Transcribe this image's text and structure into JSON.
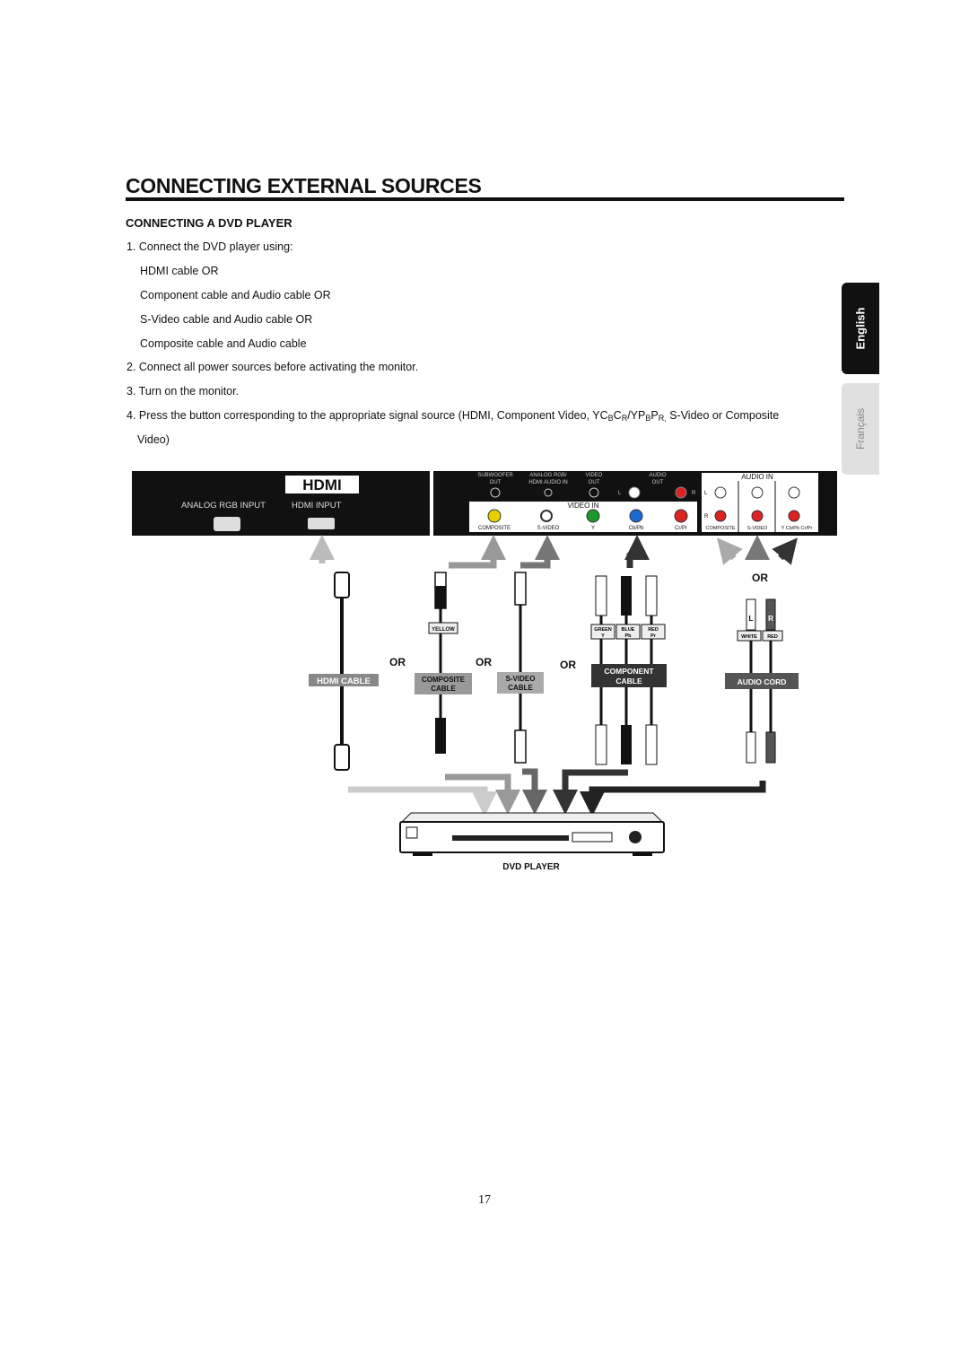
{
  "title": "CONNECTING EXTERNAL SOURCES",
  "subtitle": "CONNECTING A DVD PLAYER",
  "steps": {
    "s1": "1. Connect the DVD player using:",
    "opt1": "HDMI cable OR",
    "opt2": "Component cable and Audio cable OR",
    "opt3": "S-Video cable and Audio cable OR",
    "opt4": "Composite cable and Audio cable",
    "s2": "2. Connect all power sources before activating the monitor.",
    "s3": "3. Turn on the monitor.",
    "s4a": "4. Press the button corresponding to the appropriate signal source (HDMI, Component Video, YC",
    "s4b": "B",
    "s4c": "C",
    "s4d": "R",
    "s4e": "/YP",
    "s4f": "B",
    "s4g": "P",
    "s4h": "R,",
    "s4i": " S-Video or Composite",
    "s4j": "Video)"
  },
  "tabs": {
    "english": "English",
    "francais": "Français"
  },
  "panel": {
    "hdmi_logo": "HDMI",
    "analog_rgb_input": "ANALOG RGB INPUT",
    "hdmi_input": "HDMI INPUT",
    "subwoofer": "SUBWOOFER",
    "subwoofer_out": "OUT",
    "analog_rgb": "ANALOG RGB/",
    "hdmi_audio_in": "HDMI AUDIO IN",
    "video": "VIDEO",
    "video_out": "OUT",
    "audio": "AUDIO",
    "audio_out": "OUT",
    "audio_in": "AUDIO IN",
    "video_in": "VIDEO IN",
    "composite": "COMPOSITE",
    "svideo": "S-VIDEO",
    "y": "Y",
    "cbpb": "Cb/Pb",
    "crpr": "Cr/Pr",
    "composite2": "COMPOSITE",
    "svideo2": "S-VIDEO",
    "ycbcr": "Y Cb/Pb Cr/Pr",
    "l": "L",
    "r": "R"
  },
  "cables": {
    "hdmi_cable": "HDMI CABLE",
    "composite_cable_1": "COMPOSITE",
    "composite_cable_2": "CABLE",
    "svideo_cable_1": "S-VIDEO",
    "svideo_cable_2": "CABLE",
    "component_cable_1": "COMPONENT",
    "component_cable_2": "CABLE",
    "audio_cord": "AUDIO CORD",
    "yellow": "YELLOW",
    "green": "GREEN",
    "blue": "BLUE",
    "red": "RED",
    "white": "WHITE",
    "y": "Y",
    "pb": "Pb",
    "pr": "Pr",
    "l": "L",
    "r": "R",
    "or": "OR"
  },
  "dvd_player": "DVD PLAYER",
  "page_number": "17"
}
